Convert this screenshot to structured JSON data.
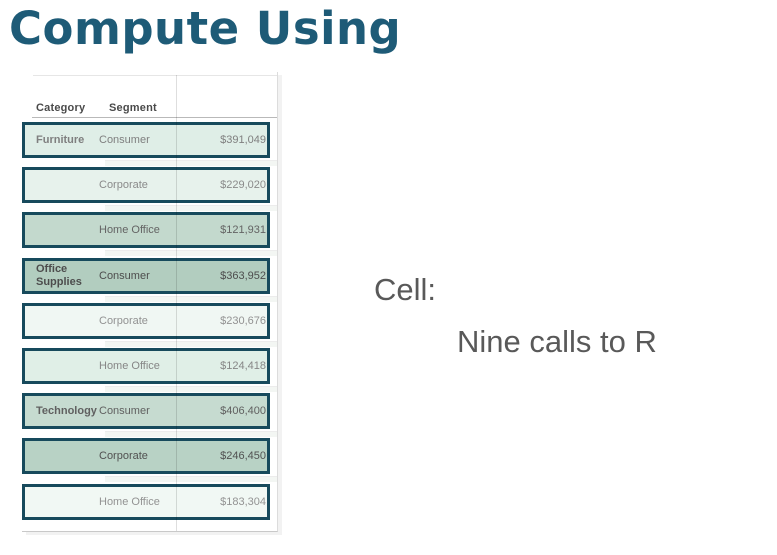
{
  "slide": {
    "title": "Compute Using",
    "title_style": "color:#1e5b77",
    "background": "#ffffff"
  },
  "annotation": {
    "label": "Cell:",
    "note": "Nine calls to R",
    "text_color": "#595959"
  },
  "table": {
    "headers": {
      "category": "Category",
      "segment": "Segment"
    },
    "highlight_border_color": "#174a5c",
    "rows": [
      {
        "category": "Furniture",
        "segment": "Consumer",
        "value": "$391,049",
        "style": "background:#dfeee7;color:#7f7f7f"
      },
      {
        "category": "",
        "segment": "Corporate",
        "value": "$229,020",
        "style": "background:#e7f2ec;color:#8a8a8a"
      },
      {
        "category": "",
        "segment": "Home Office",
        "value": "$121,931",
        "style": "background:#c3d9cd;color:#646464"
      },
      {
        "category": "Office Supplies",
        "segment": "Consumer",
        "value": "$363,952",
        "style": "background:#b2cdbf;color:#4d4d4d"
      },
      {
        "category": "",
        "segment": "Corporate",
        "value": "$230,676",
        "style": "background:#f0f7f3;color:#929292"
      },
      {
        "category": "",
        "segment": "Home Office",
        "value": "$124,418",
        "style": "background:#e0efe7;color:#868686"
      },
      {
        "category": "Technology",
        "segment": "Consumer",
        "value": "$406,400",
        "style": "background:#c6dbd0;color:#606060"
      },
      {
        "category": "",
        "segment": "Corporate",
        "value": "$246,450",
        "style": "background:#b8d2c5;color:#515151"
      },
      {
        "category": "",
        "segment": "Home Office",
        "value": "$183,304",
        "style": "background:#f1f8f4;color:#939393"
      }
    ]
  }
}
